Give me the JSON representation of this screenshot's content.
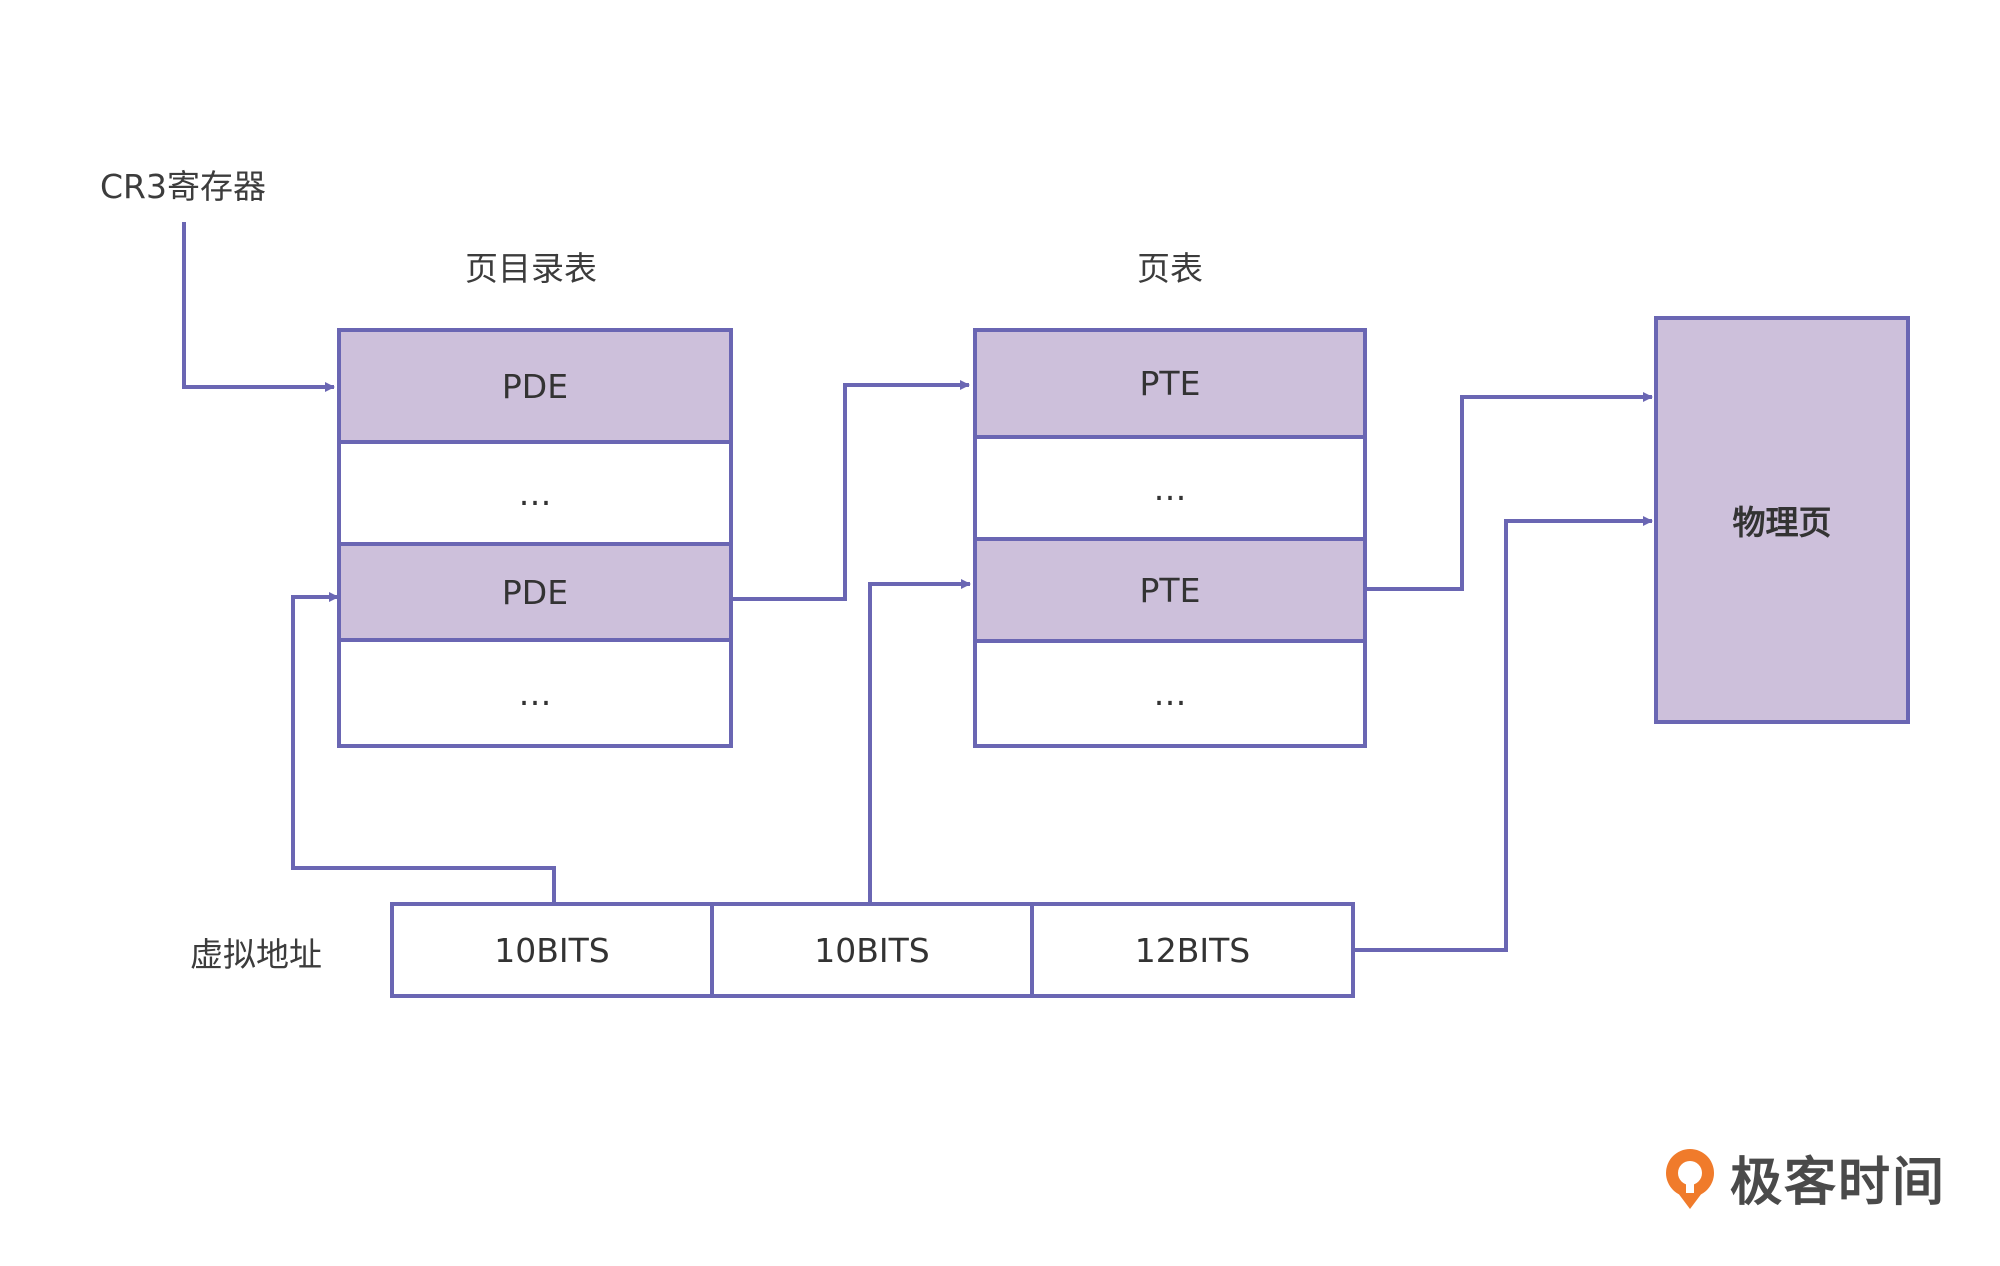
{
  "labels": {
    "cr3": "CR3寄存器",
    "page_directory_title": "页目录表",
    "page_table_title": "页表",
    "virtual_address": "虚拟地址"
  },
  "page_directory": {
    "rows": [
      "PDE",
      "…",
      "PDE",
      "…"
    ]
  },
  "page_table": {
    "rows": [
      "PTE",
      "…",
      "PTE",
      "…"
    ]
  },
  "physical_page": {
    "label": "物理页"
  },
  "virtual_address_fields": [
    "10BITS",
    "10BITS",
    "12BITS"
  ],
  "brand": {
    "name": "极客时间"
  },
  "colors": {
    "line": "#6a66b3",
    "highlight_fill": "#cdc0db",
    "brand_orange": "#f07b2b"
  }
}
